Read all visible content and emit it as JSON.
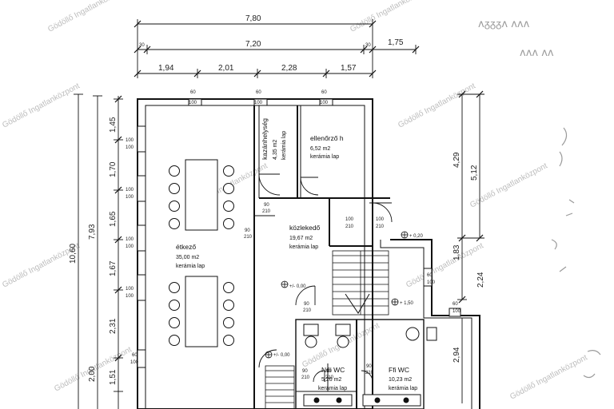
{
  "watermark": "Gödöllő Ingatlanközpont",
  "dimensions": {
    "top_total": "7,80",
    "top_row2": [
      "30",
      "7,20",
      "30",
      "1,75"
    ],
    "top_row3": [
      "1,94",
      "2,01",
      "2,28",
      "1,57"
    ],
    "left_outer": "10,60",
    "left_mid": "7,93",
    "left_inner": [
      "1,45",
      "1,70",
      "1,65",
      "1,67",
      "2,31",
      "2,00",
      "1,51"
    ],
    "right_inner": [
      "4,29",
      "1,83",
      "2,24"
    ],
    "right_outer": "5,12",
    "wc_block": "2,94"
  },
  "rooms": [
    {
      "name": "étkező",
      "area": "35,00 m2",
      "floor": "kerámia lap"
    },
    {
      "name": "kazánhelység",
      "area": "4,35 m2",
      "floor": "kerámia lap"
    },
    {
      "name": "ellenőrző h",
      "area": "6,52 m2",
      "floor": "kerámia lap"
    },
    {
      "name": "közlekedő",
      "area": "19,67 m2",
      "floor": "kerámia lap"
    },
    {
      "name": "Női WC",
      "area": "5,26 m2",
      "floor": "kerámia lap"
    },
    {
      "name": "Ffi WC",
      "area": "10,23 m2",
      "floor": "kerámia lap"
    }
  ],
  "levels": [
    "+/- 0,00",
    "+ 1,50",
    "+/- 0,00",
    "+ 0,20"
  ],
  "openings": {
    "window_60_100": [
      "60",
      "100"
    ],
    "window_100_100": [
      "100",
      "100"
    ],
    "door_90_210": [
      "90",
      "210"
    ],
    "door_100_210": [
      "100",
      "210"
    ]
  },
  "handwriting": [
    "ᴧᵹᵹᵹᴧ ᴧᴧᴧ",
    "ᴧᴧᴧ ᴧᴧ"
  ]
}
